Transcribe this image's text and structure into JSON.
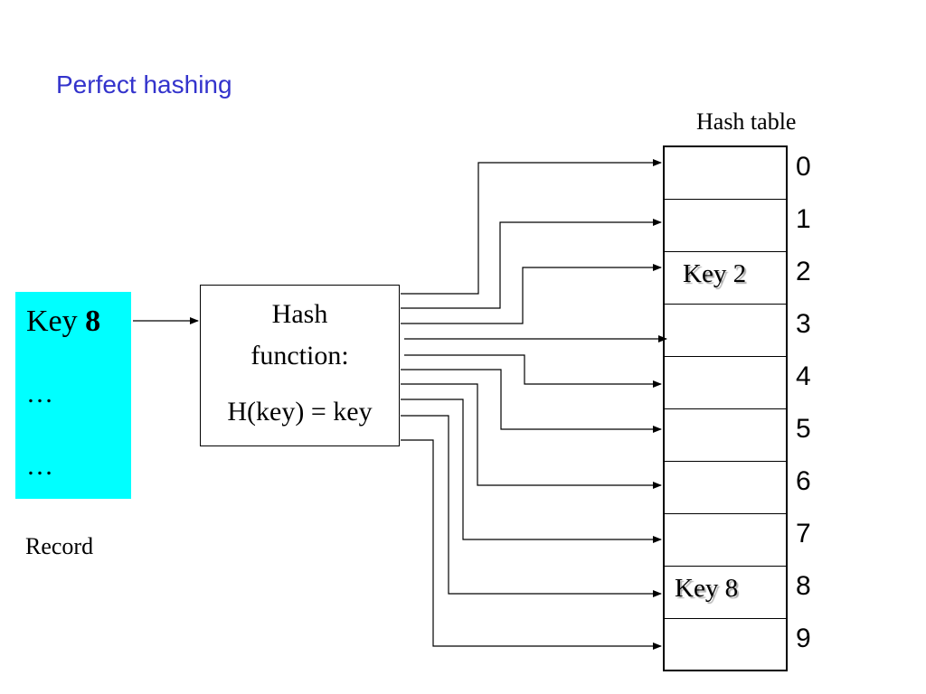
{
  "title": "Perfect hashing",
  "record": {
    "key_prefix": "Key",
    "key_value": "8",
    "dots_1": "…",
    "dots_2": "…",
    "caption": "Record",
    "background_color": "#00ffff"
  },
  "hash_function": {
    "line1": "Hash",
    "line2": "function:",
    "line3": "H(key) = key"
  },
  "hash_table": {
    "caption": "Hash table",
    "slots": [
      {
        "index": "0",
        "content": ""
      },
      {
        "index": "1",
        "content": ""
      },
      {
        "index": "2",
        "content": "Key 2"
      },
      {
        "index": "3",
        "content": ""
      },
      {
        "index": "4",
        "content": ""
      },
      {
        "index": "5",
        "content": ""
      },
      {
        "index": "6",
        "content": ""
      },
      {
        "index": "7",
        "content": ""
      },
      {
        "index": "8",
        "content": "Key 8"
      },
      {
        "index": "9",
        "content": ""
      }
    ]
  },
  "colors": {
    "title": "#3333cc",
    "record": "#00ffff",
    "lines": "#000000"
  }
}
